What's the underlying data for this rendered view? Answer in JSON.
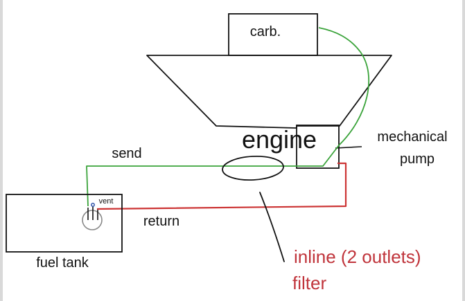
{
  "labels": {
    "carb": "carb.",
    "engine": "engine",
    "mechanical_pump": [
      "mechanical",
      "pump"
    ],
    "send": "send",
    "return": "return",
    "vent": "vent",
    "fuel_tank": "fuel tank",
    "inline_filter": [
      "inline (2 outlets)",
      "filter"
    ]
  },
  "colors": {
    "outline": "#111111",
    "send_line": "#3aa33a",
    "return_line": "#cc3333",
    "filter_label": "#c0343b",
    "vent_marker": "#3355aa",
    "fuel_outlet_circle": "#888888"
  }
}
